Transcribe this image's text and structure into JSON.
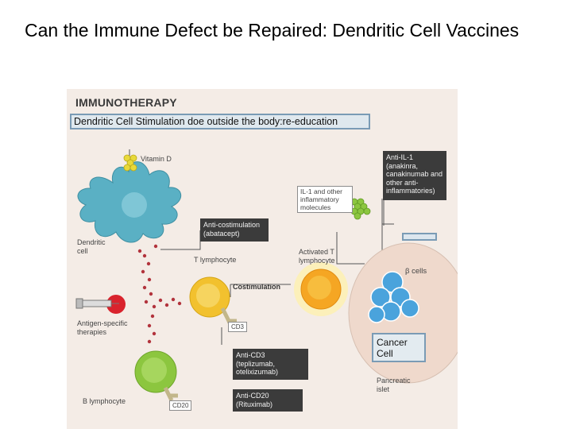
{
  "slide": {
    "title": "Can the Immune Defect be Repaired: Dendritic Cell Vaccines"
  },
  "figure": {
    "heading": "IMMUNOTHERAPY",
    "callout": "Dendritic Cell Stimulation doe outside the body:re-education",
    "labels": {
      "vitamin_d": "Vitamin D",
      "dendritic_cell": "Dendritic cell",
      "anti_costimulation": "Anti-costimulation (abatacept)",
      "t_lymphocyte": "T lymphocyte",
      "costimulation": "Costimulation",
      "activated_t": "Activated T lymphocyte",
      "il1_molecules": "IL-1 and other inflammatory molecules",
      "anti_il1": "Anti-IL-1 (anakinra, canakinumab and other anti-inflammatories)",
      "beta_cells": "β cells",
      "antigen_specific": "Antigen-specific therapies",
      "cd3": "CD3",
      "anti_cd3": "Anti-CD3 (teplizumab, otelixizumab)",
      "cancer_cell": "Cancer Cell",
      "pancreatic_islet": "Pancreatic islet",
      "b_lymphocyte": "B lymphocyte",
      "cd20": "CD20",
      "anti_cd20": "Anti-CD20 (Rituximab)"
    }
  },
  "colors": {
    "background_panel": "#f4ece6",
    "dendritic_cell": "#5ab0c4",
    "t_cell": "#f2c12e",
    "activated_t_cell": "#f5a623",
    "b_cell": "#8cc63f",
    "beta_cells": "#4aa3dc",
    "islet": "#efd9cc",
    "dark_box": "#3b3b3b",
    "callout_border": "#7a9bb5",
    "antigen_dots": "#b2333c"
  }
}
